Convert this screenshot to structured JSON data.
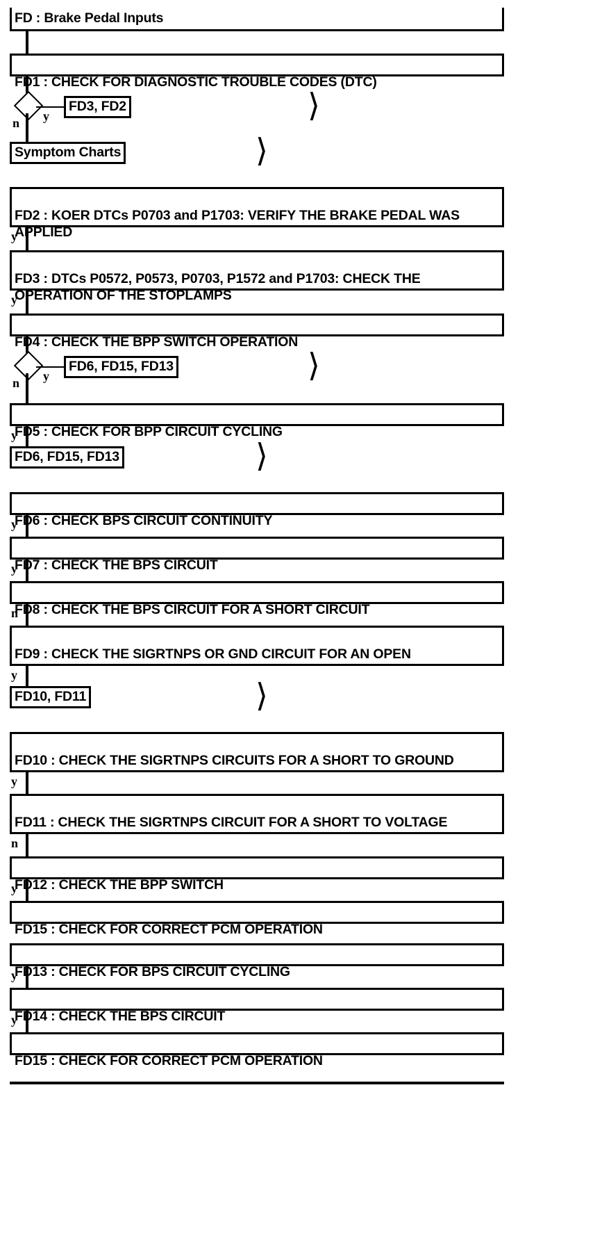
{
  "diagram": {
    "title": "FD : Brake Pedal Inputs",
    "branch_yes": "y",
    "branch_no": "n",
    "chevron_glyph": "〉",
    "steps": {
      "fd1": "FD1 : CHECK FOR DIAGNOSTIC TROUBLE CODES (DTC)",
      "fd2": "FD2 : KOER DTCs P0703 and P1703: VERIFY THE BRAKE PEDAL WAS APPLIED",
      "fd3": "FD3 : DTCs P0572, P0573, P0703, P1572 and P1703: CHECK THE OPERATION OF THE STOPLAMPS",
      "fd4": "FD4 : CHECK THE BPP SWITCH OPERATION",
      "fd5": "FD5 : CHECK FOR BPP CIRCUIT CYCLING",
      "fd6": "FD6 : CHECK BPS CIRCUIT CONTINUITY",
      "fd7": "FD7 : CHECK THE BPS CIRCUIT",
      "fd8": "FD8 : CHECK THE BPS CIRCUIT FOR A SHORT CIRCUIT",
      "fd9": "FD9 : CHECK THE SIGRTNPS OR GND CIRCUIT FOR AN OPEN",
      "fd10": "FD10 : CHECK THE SIGRTNPS CIRCUITS FOR A SHORT TO GROUND",
      "fd11": "FD11 : CHECK THE SIGRTNPS CIRCUIT FOR A SHORT TO VOLTAGE",
      "fd12": "FD12 : CHECK THE BPP SWITCH",
      "fd13": "FD13 : CHECK FOR BPS CIRCUIT CYCLING",
      "fd14": "FD14 : CHECK THE BPS CIRCUIT",
      "fd15_a": "FD15 : CHECK FOR CORRECT PCM OPERATION",
      "fd15_b": "FD15 : CHECK FOR CORRECT PCM OPERATION"
    },
    "connectors": {
      "fd3_fd2": "FD3, FD2",
      "symptom_charts": "Symptom Charts",
      "fd6_fd15_fd13_a": "FD6, FD15, FD13",
      "fd6_fd15_fd13_b": "FD6, FD15, FD13",
      "fd10_fd11": "FD10, FD11"
    },
    "branches": {
      "fd1_no": "n",
      "fd1_yes": "y",
      "fd2_yes": "y",
      "fd3_yes": "y",
      "fd4_no": "n",
      "fd4_yes": "y",
      "fd5_yes": "y",
      "fd6_yes": "y",
      "fd7_yes": "y",
      "fd8_no": "n",
      "fd9_yes": "y",
      "fd10_yes": "y",
      "fd11_no": "n",
      "fd12_yes": "y",
      "fd13_yes": "y",
      "fd14_yes": "y"
    }
  }
}
